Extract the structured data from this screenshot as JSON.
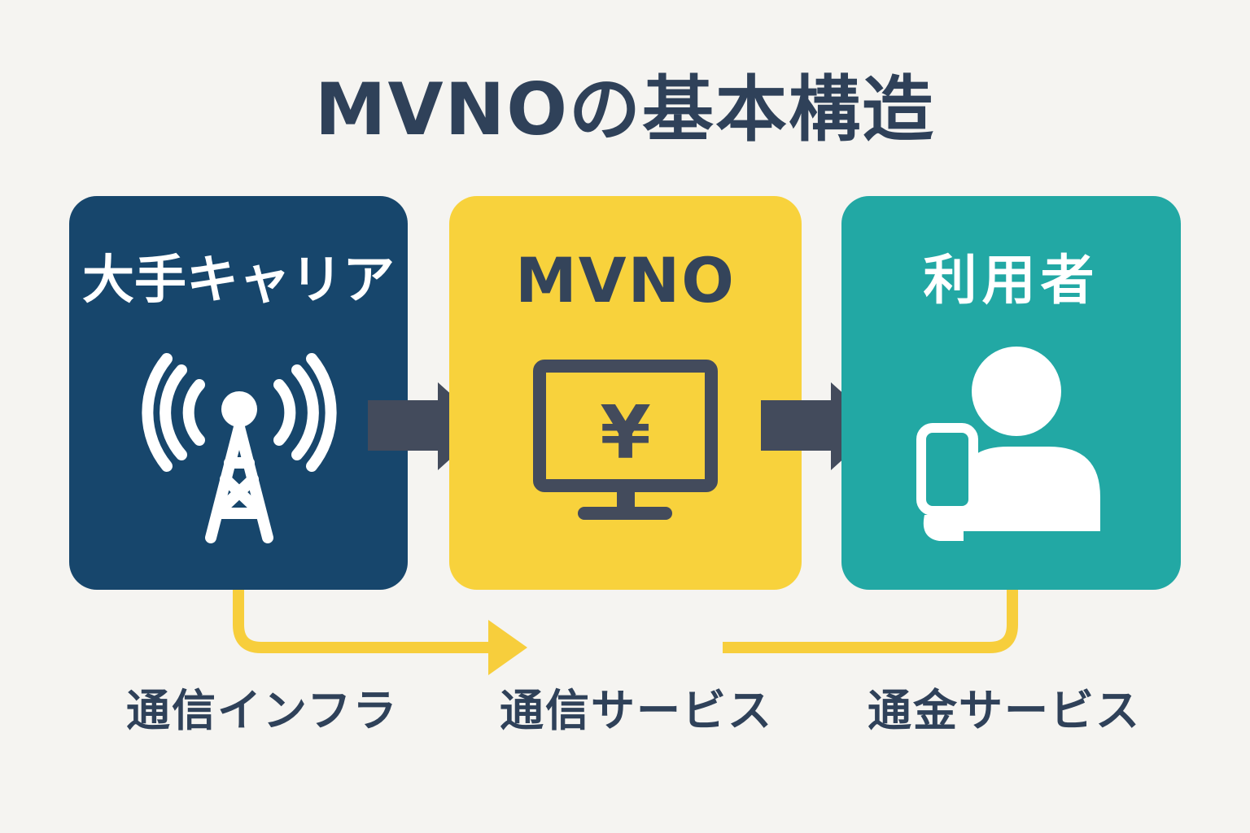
{
  "title": "MVNOの基本構造",
  "cards": {
    "carrier": {
      "label": "大手キャリア",
      "icon": "antenna-tower-icon"
    },
    "mvno": {
      "label": "MVNO",
      "icon": "monitor-yen-icon",
      "icon_text": "¥"
    },
    "user": {
      "label": "利用者",
      "icon": "person-with-phone-icon"
    }
  },
  "captions": {
    "infra": "通信インフラ",
    "service": "通信サービス",
    "billing": "通金サービス"
  },
  "colors": {
    "background": "#f5f4f1",
    "carrier": "#17466c",
    "mvno": "#f8d23c",
    "user": "#22a8a4",
    "arrow": "#434b5c",
    "flow": "#f7ce3c",
    "text": "#2f4159"
  }
}
